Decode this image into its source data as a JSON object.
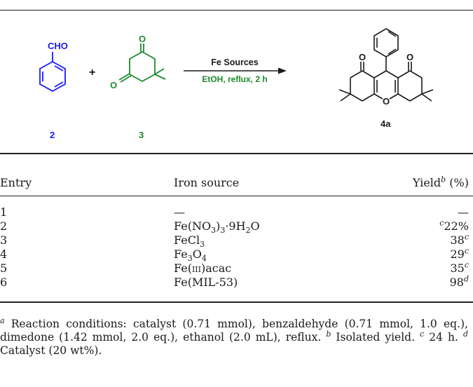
{
  "scheme": {
    "reagent1_group": "CHO",
    "reagent1_number": "2",
    "plus_sign": "+",
    "reagent2_number": "3",
    "arrow_above": "Fe Sources",
    "arrow_below": "EtOH, reflux, 2 h",
    "product_number": "4a",
    "colors": {
      "reagent1": "#1a1aff",
      "reagent2": "#1c8a2c",
      "conditions": "#1c8a2c",
      "product": "#1a1a1a"
    }
  },
  "table": {
    "headers": {
      "entry": "Entry",
      "iron_source": "Iron source",
      "yield": "Yield",
      "yield_sup": "b",
      "yield_unit": " (%)"
    },
    "rows": [
      {
        "entry": "1",
        "source": "—",
        "yield": "—"
      },
      {
        "entry": "2",
        "source": "Fe(NO3)3·9H2O",
        "yield": "22%",
        "yield_note": "c"
      },
      {
        "entry": "3",
        "source": "FeCl3",
        "yield": "38",
        "yield_note": "c"
      },
      {
        "entry": "4",
        "source": "Fe3O4",
        "yield": "29",
        "yield_note": "c"
      },
      {
        "entry": "5",
        "source": "Fe(III)acac",
        "yield": "35",
        "yield_note": "c"
      },
      {
        "entry": "6",
        "source": "Fe(MIL-53)",
        "yield": "98",
        "yield_note": "d"
      }
    ]
  },
  "footnotes": {
    "a_mark": "a",
    "a": " Reaction conditions: catalyst (0.71 mmol), benzaldehyde (0.71 mmol, 1.0 eq.), dimedone (1.42 mmol, 2.0 eq.), ethanol (2.0 mL), reflux.",
    "b_mark": "b",
    "b": " Isolated yield.",
    "c_mark": "c",
    "c": " 24 h.",
    "d_mark": "d",
    "d": " Catalyst (20 wt%)."
  }
}
